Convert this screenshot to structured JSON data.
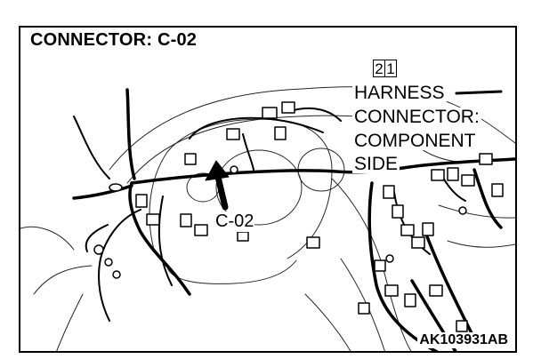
{
  "title": "CONNECTOR: C-02",
  "connector_label": "C-02",
  "pins": [
    "2",
    "1"
  ],
  "callout_lines": [
    "HARNESS",
    "CONNECTOR:",
    "COMPONENT",
    "SIDE"
  ],
  "figure_code": "AK103931AB"
}
